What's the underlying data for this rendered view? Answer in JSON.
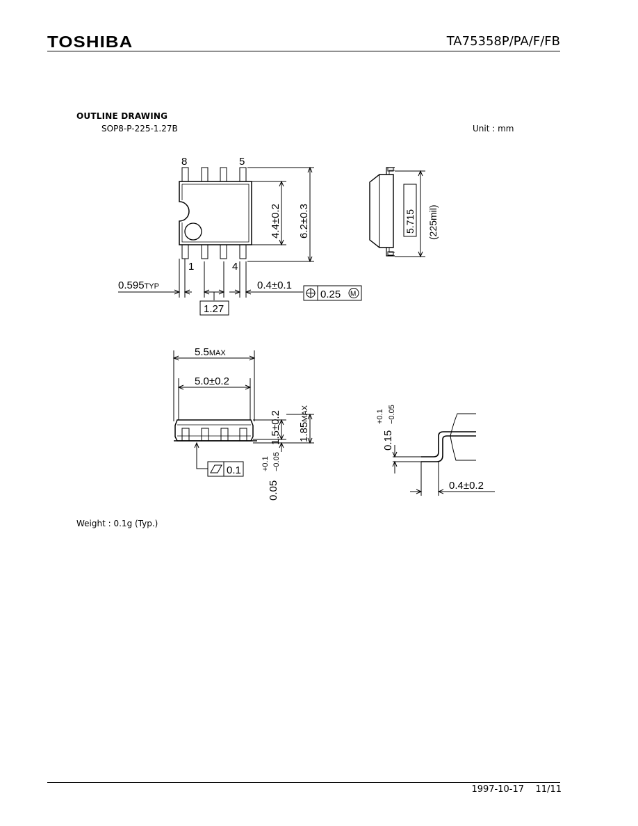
{
  "header": {
    "logo": "TOSHIBA",
    "part_number": "TA75358P/PA/F/FB"
  },
  "section": {
    "title": "OUTLINE DRAWING",
    "package_code": "SOP8-P-225-1.27B",
    "unit": "Unit : mm"
  },
  "drawing_top": {
    "pin_8": "8",
    "pin_5": "5",
    "pin_1": "1",
    "pin_4": "4",
    "dim_body_width": "4.4±0.2",
    "dim_overall_width": "6.2±0.3",
    "dim_lead_offset": "0.595",
    "dim_lead_offset_suffix": "TYP",
    "dim_lead_width": "0.4±0.1",
    "dim_pitch": "1.27",
    "tolerance_position": "0.25",
    "tolerance_modifier": "M"
  },
  "drawing_side": {
    "dim_row_spacing": "5.715",
    "dim_row_spacing_mil": "(225mil)"
  },
  "drawing_front": {
    "dim_max_length": "5.5",
    "dim_max_suffix": "MAX",
    "dim_body_length": "5.0±0.2",
    "dim_body_height": "1.5±0.2",
    "dim_total_height": "1.85",
    "dim_total_height_suffix": "MAX",
    "dim_standoff": "0.05",
    "dim_standoff_plus": "+0.1",
    "dim_standoff_minus": "−0.05",
    "flatness_value": "0.1"
  },
  "drawing_lead": {
    "dim_thickness": "0.15",
    "dim_thickness_plus": "+0.1",
    "dim_thickness_minus": "−0.05",
    "dim_foot_length": "0.4±0.2"
  },
  "weight": "Weight : 0.1g (Typ.)",
  "footer": {
    "date": "1997-10-17",
    "page": "11/11"
  }
}
